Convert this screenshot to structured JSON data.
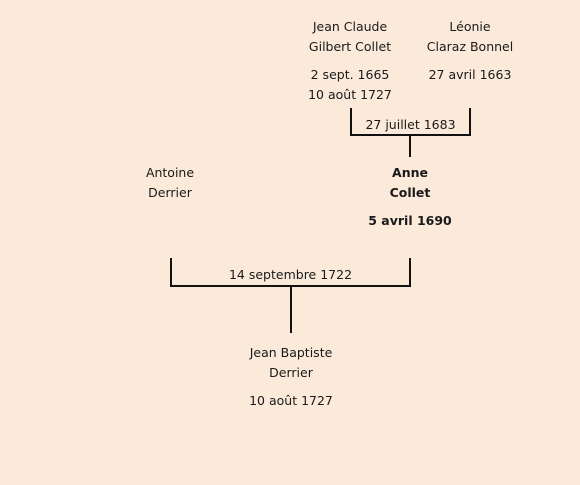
{
  "tree": {
    "father_of_anne": {
      "name_line1": "Jean Claude",
      "name_line2": "Gilbert Collet",
      "birth": "2 sept. 1665",
      "death": "10 août 1727"
    },
    "mother_of_anne": {
      "name_line1": "Léonie",
      "name_line2": "Claraz Bonnel",
      "birth": "27 avril 1663"
    },
    "parents_marriage": "27 juillet 1683",
    "husband": {
      "name_line1": "Antoine",
      "name_line2": "Derrier"
    },
    "wife": {
      "name_line1": "Anne",
      "name_line2": "Collet",
      "birth": "5 avril 1690"
    },
    "couple_marriage": "14 septembre 1722",
    "child": {
      "name_line1": "Jean Baptiste",
      "name_line2": "Derrier",
      "birth": "10 août 1727"
    }
  }
}
